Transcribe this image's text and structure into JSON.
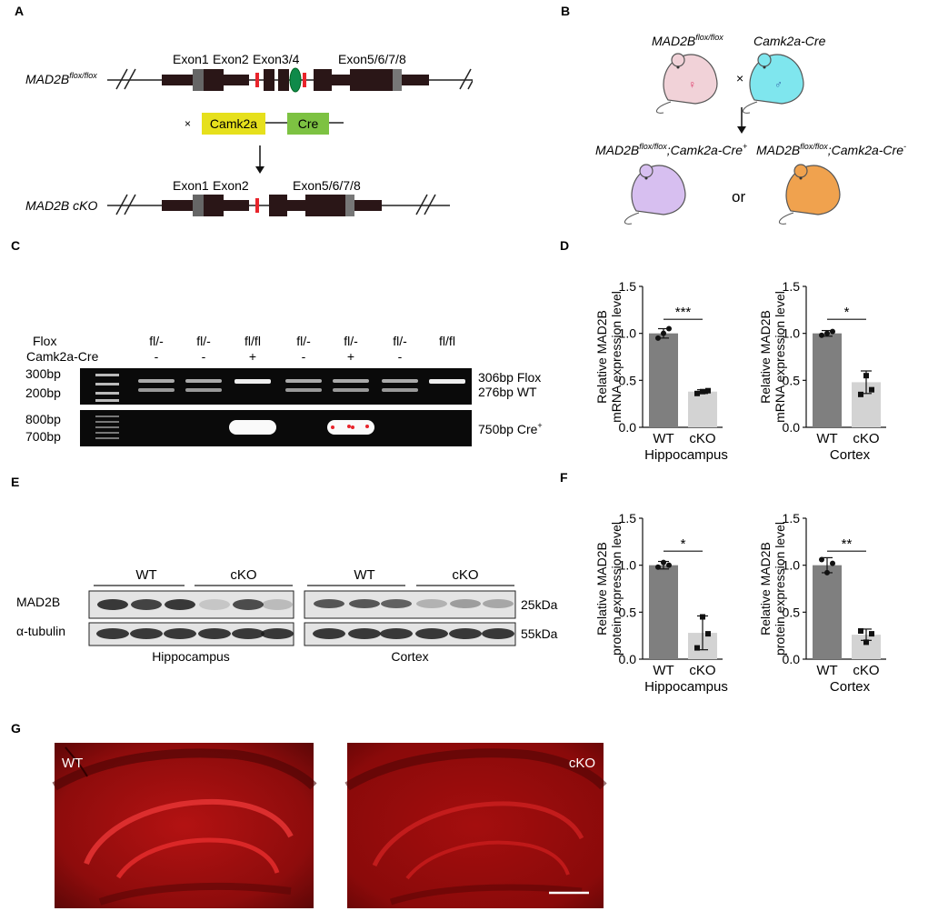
{
  "panels": {
    "A": {
      "letter": "A",
      "flox_label_main": "MAD2B",
      "flox_label_sup": "flox/flox",
      "exon1": "Exon1",
      "exon2": "Exon2",
      "exon34": "Exon3/4",
      "exon5678": "Exon5/6/7/8",
      "cross": "×",
      "camk2a": "Camk2a",
      "cre": "Cre",
      "cko_label": "MAD2B cKO",
      "cko_exon1": "Exon1",
      "cko_exon2": "Exon2",
      "cko_exon5678": "Exon5/6/7/8",
      "colors": {
        "camk2a_box": "#e6e01c",
        "cre_box": "#7dc242",
        "loxp": "#e8242b",
        "frt": "#0f8a4a",
        "exon": "#2a1617"
      }
    },
    "B": {
      "letter": "B",
      "parent1_main": "MAD2B",
      "parent1_sup": "flox/flox",
      "parent2": "Camk2a-Cre",
      "cross": "×",
      "arrow": "↓",
      "female": "♀",
      "male": "♂",
      "offspring1_main": "MAD2B",
      "offspring1_sup": "flox/flox",
      "offspring1_tail": ";Camk2a-Cre",
      "offspring1_sign": "+",
      "offspring2_main": "MAD2B",
      "offspring2_sup": "flox/flox",
      "offspring2_tail": ";Camk2a-Cre",
      "offspring2_sign": "-",
      "or": "or",
      "colors": {
        "pink": "#f1d2d8",
        "cyan": "#7fe6ee",
        "purple": "#d7bff0",
        "orange": "#f0a24e"
      }
    },
    "C": {
      "letter": "C",
      "row_flox": "Flox",
      "row_cre": "Camk2a-Cre",
      "lanes_flox": [
        "fl/-",
        "fl/-",
        "fl/fl",
        "fl/-",
        "fl/-",
        "fl/-",
        "fl/fl"
      ],
      "lanes_cre": [
        "-",
        "-",
        "+",
        "-",
        "+",
        "-",
        ""
      ],
      "ladder_top": [
        "300bp",
        "200bp"
      ],
      "ladder_bottom": [
        "800bp",
        "700bp"
      ],
      "band_flox": "306bp",
      "band_flox_name": "Flox",
      "band_wt": "276bp",
      "band_wt_name": "WT",
      "band_cre": "750bp",
      "band_cre_name": "Cre",
      "band_cre_sup": "+"
    },
    "D": {
      "letter": "D"
    },
    "E": {
      "letter": "E",
      "group_wt": "WT",
      "group_cko": "cKO",
      "row_mad2b": "MAD2B",
      "row_tubulin": "α-tubulin",
      "size_mad2b": "25kDa",
      "size_tubulin": "55kDa",
      "region_left": "Hippocampus",
      "region_right": "Cortex"
    },
    "F": {
      "letter": "F"
    },
    "G": {
      "letter": "G",
      "left_label": "WT",
      "right_label": "cKO"
    }
  },
  "chart_data": [
    {
      "id": "D-hippocampus",
      "type": "bar",
      "categories": [
        "WT",
        "cKO"
      ],
      "values": [
        1.0,
        0.38
      ],
      "errors": [
        0.05,
        0.02
      ],
      "points": [
        [
          0.95,
          1.0,
          1.05
        ],
        [
          0.36,
          0.38,
          0.39
        ]
      ],
      "ylabel_line1": "Relative MAD2B",
      "ylabel_line2": "mRNA expression level",
      "xlabel": "Hippocampus",
      "ylim": [
        0,
        1.5
      ],
      "yticks": [
        "0.0",
        "0.5",
        "1.0",
        "1.5"
      ],
      "significance": "***",
      "colors": [
        "#7f7f7f",
        "#d3d3d3"
      ]
    },
    {
      "id": "D-cortex",
      "type": "bar",
      "categories": [
        "WT",
        "cKO"
      ],
      "values": [
        1.0,
        0.48
      ],
      "errors": [
        0.03,
        0.12
      ],
      "points": [
        [
          0.98,
          1.0,
          1.02
        ],
        [
          0.35,
          0.55,
          0.4
        ]
      ],
      "ylabel_line1": "Relative MAD2B",
      "ylabel_line2": "mRNA expression level",
      "xlabel": "Cortex",
      "ylim": [
        0,
        1.5
      ],
      "yticks": [
        "0.0",
        "0.5",
        "1.0",
        "1.5"
      ],
      "significance": "*",
      "colors": [
        "#7f7f7f",
        "#d3d3d3"
      ]
    },
    {
      "id": "F-hippocampus",
      "type": "bar",
      "categories": [
        "WT",
        "cKO"
      ],
      "values": [
        1.0,
        0.28
      ],
      "errors": [
        0.04,
        0.18
      ],
      "points": [
        [
          0.98,
          1.03,
          1.0
        ],
        [
          0.12,
          0.45,
          0.27
        ]
      ],
      "ylabel_line1": "Relative MAD2B",
      "ylabel_line2": "protein expression level",
      "xlabel": "Hippocampus",
      "ylim": [
        0,
        1.5
      ],
      "yticks": [
        "0.0",
        "0.5",
        "1.0",
        "1.5"
      ],
      "significance": "*",
      "colors": [
        "#7f7f7f",
        "#d3d3d3"
      ]
    },
    {
      "id": "F-cortex",
      "type": "bar",
      "categories": [
        "WT",
        "cKO"
      ],
      "values": [
        1.0,
        0.26
      ],
      "errors": [
        0.08,
        0.06
      ],
      "points": [
        [
          1.06,
          0.92,
          1.02
        ],
        [
          0.3,
          0.18,
          0.27
        ]
      ],
      "ylabel_line1": "Relative MAD2B",
      "ylabel_line2": "protein expression level",
      "xlabel": "Cortex",
      "ylim": [
        0,
        1.5
      ],
      "yticks": [
        "0.0",
        "0.5",
        "1.0",
        "1.5"
      ],
      "significance": "**",
      "colors": [
        "#7f7f7f",
        "#d3d3d3"
      ]
    }
  ]
}
